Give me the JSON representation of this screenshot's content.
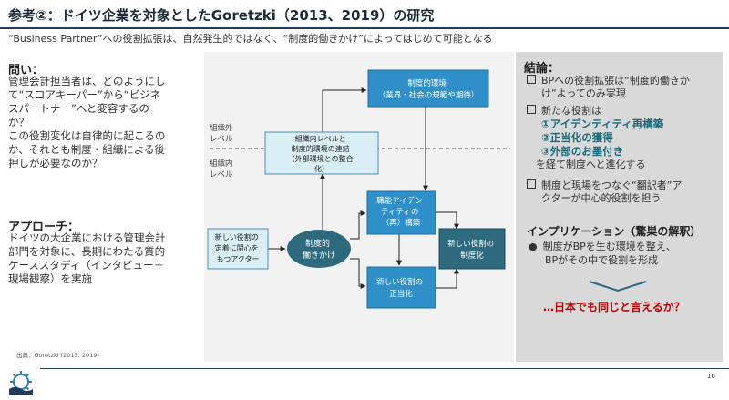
{
  "title": "参考②：ドイツ企業を対象としたGoretzki（2013、2019）の研究",
  "subtitle": "“Business Partner”への役割拡張は、自然発生的ではなく、“制度的働きかけ”によってはじめて可能となる",
  "question": {
    "heading": "問い：",
    "lines": [
      "管理会計担当者は、どのようにし",
      "て“スコアキーパー”から“ビジネ",
      "スパートナー”へと変容するの",
      "か？",
      "この役割変化は自律的に起こるの",
      "か、それとも制度・組織による後",
      "押しが必要なのか？"
    ]
  },
  "approach": {
    "heading": "アプローチ：",
    "lines": [
      "ドイツの大企業における管理会計",
      "部門を対象に、長期にわたる質的",
      "ケーススタディ（インタビュー＋",
      "現場観察）を実施"
    ]
  },
  "source": "出典：Goretzki (2013, 2019)",
  "diagram": {
    "level_outer": [
      "組織外",
      "レベル"
    ],
    "level_inner": [
      "組織内",
      "レベル"
    ],
    "box_env": [
      "制度的環境",
      "（業界・社会の規範や期待）"
    ],
    "box_link": [
      "組織内レベルと",
      "制度的環境の連結",
      "（外部環境との整合",
      "化）"
    ],
    "box_actor": [
      "新しい役割の",
      "定着に関心を",
      "もつアクター"
    ],
    "ellipse": [
      "制度的",
      "働きかけ"
    ],
    "box_identity": [
      "職能アイデン",
      "ティティの",
      "（再）構築"
    ],
    "box_legit": [
      "新しい役割の",
      "正当化"
    ],
    "box_inst": [
      "新しい役割の",
      "制度化"
    ]
  },
  "conclusion": {
    "heading": "結論：",
    "item1": [
      "BPへの役割拡張は“制度的働きか",
      "け”よってのみ実現"
    ],
    "item2_lead": "新たな役割は",
    "item2_points": [
      "①アイデンティティ再構築",
      "②正当化の獲得",
      "③外部のお墨付き"
    ],
    "item2_tail": "を経て制度へと進化する",
    "item3": [
      "制度と現場をつなぐ“翻訳者”ア",
      "クターが中心的役割を担う"
    ]
  },
  "implication": {
    "heading": "インプリケーション（驚巣の解釈）",
    "lines": [
      "制度がBPを生む環境を整え、",
      "BPがその中で役割を形成"
    ]
  },
  "closing": "…日本でも同じと言えるか？",
  "page_number": "16",
  "colors": {
    "teal_dark": "#2d6a7d",
    "teal_light": "#daeef5",
    "blue_box": "#2f8fc8",
    "accent_red": "#c00000",
    "navy_rule": "#1f3a5a"
  }
}
